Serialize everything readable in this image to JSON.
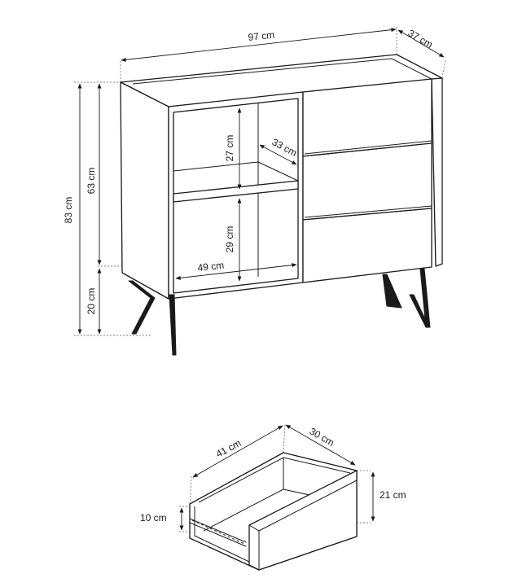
{
  "sideboard": {
    "width": "97 cm",
    "depth": "37 cm",
    "total_height": "83 cm",
    "body_height": "63 cm",
    "leg_height": "20 cm",
    "upper_shelf_height": "27 cm",
    "lower_shelf_height": "29 cm",
    "shelf_depth": "33 cm",
    "inner_width": "49 cm"
  },
  "drawer": {
    "width": "41 cm",
    "depth": "30 cm",
    "front_height": "21 cm",
    "side_height": "10 cm"
  }
}
